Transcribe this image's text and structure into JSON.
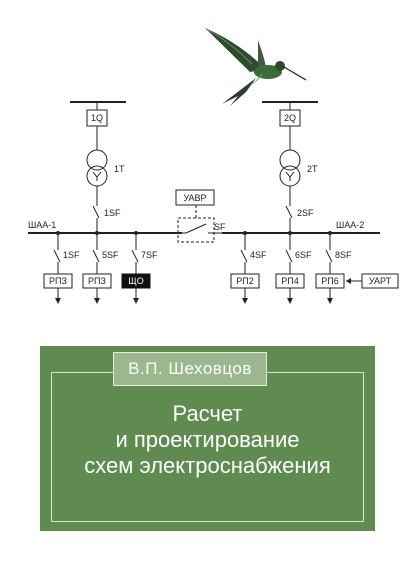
{
  "cover": {
    "author": "В.П. Шеховцов",
    "title_lines": [
      "Расчет",
      "и проектирование",
      "схем электроснабжения"
    ],
    "colors": {
      "panel": "#5f8b51",
      "tab": "#9ab78e",
      "line": "#222222"
    }
  },
  "diagram": {
    "breaker_left": "1Q",
    "breaker_right": "2Q",
    "transformer_left": "1T",
    "transformer_right": "2T",
    "switch_left": "1SF",
    "switch_right": "2SF",
    "avr_label": "УАВР",
    "sectional_switch": "SF",
    "bus_left": "ШАА-1",
    "bus_right": "ШАА-2",
    "feeders": [
      {
        "switch": "1SF",
        "panel": "РПЗ"
      },
      {
        "switch": "5SF",
        "panel": "РПЗ"
      },
      {
        "switch": "7SF",
        "panel": "ЩО"
      },
      {
        "switch": "4SF",
        "panel": "РП2"
      },
      {
        "switch": "6SF",
        "panel": "РП4"
      },
      {
        "switch": "8SF",
        "panel": "РП6"
      }
    ],
    "external_device": "УАРТ"
  }
}
